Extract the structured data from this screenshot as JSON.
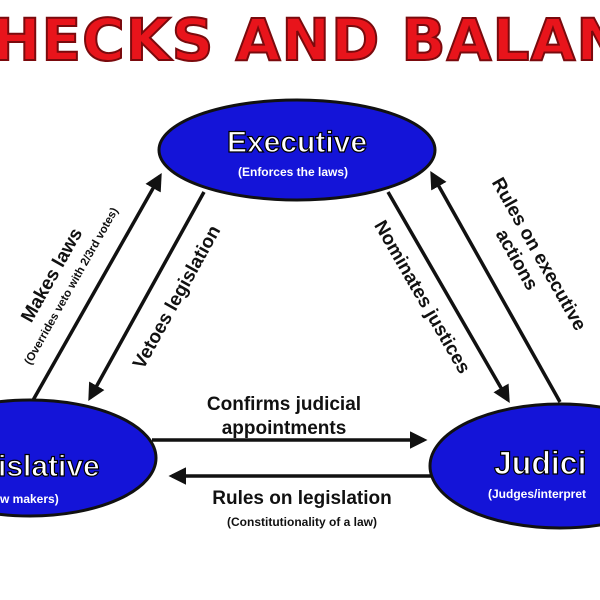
{
  "title": "HECKS AND BALANCE",
  "colors": {
    "title_fill": "#e8141b",
    "title_stroke": "#7a0a0d",
    "node_fill": "#1414d8",
    "node_stroke": "#111111",
    "arrow": "#111111"
  },
  "nodes": {
    "executive": {
      "name": "Executive",
      "desc": "(Enforces the laws)"
    },
    "legislative": {
      "name": "islative",
      "desc": "w makers)"
    },
    "judicial": {
      "name": "Judici",
      "desc": "(Judges/interpret"
    }
  },
  "relations": {
    "makes_laws": {
      "label": "Makes laws",
      "note": "(Overrides veto with 2/3rd votes)"
    },
    "vetoes": {
      "label": "Vetoes legislation"
    },
    "nominates": {
      "label": "Nominates justices"
    },
    "rules_exec": {
      "line1": "Rules on executive",
      "line2": "actions"
    },
    "confirms": {
      "line1": "Confirms judicial",
      "line2": "appointments"
    },
    "rules_leg": {
      "label": "Rules on legislation",
      "note": "(Constitutionality of a law)"
    }
  }
}
